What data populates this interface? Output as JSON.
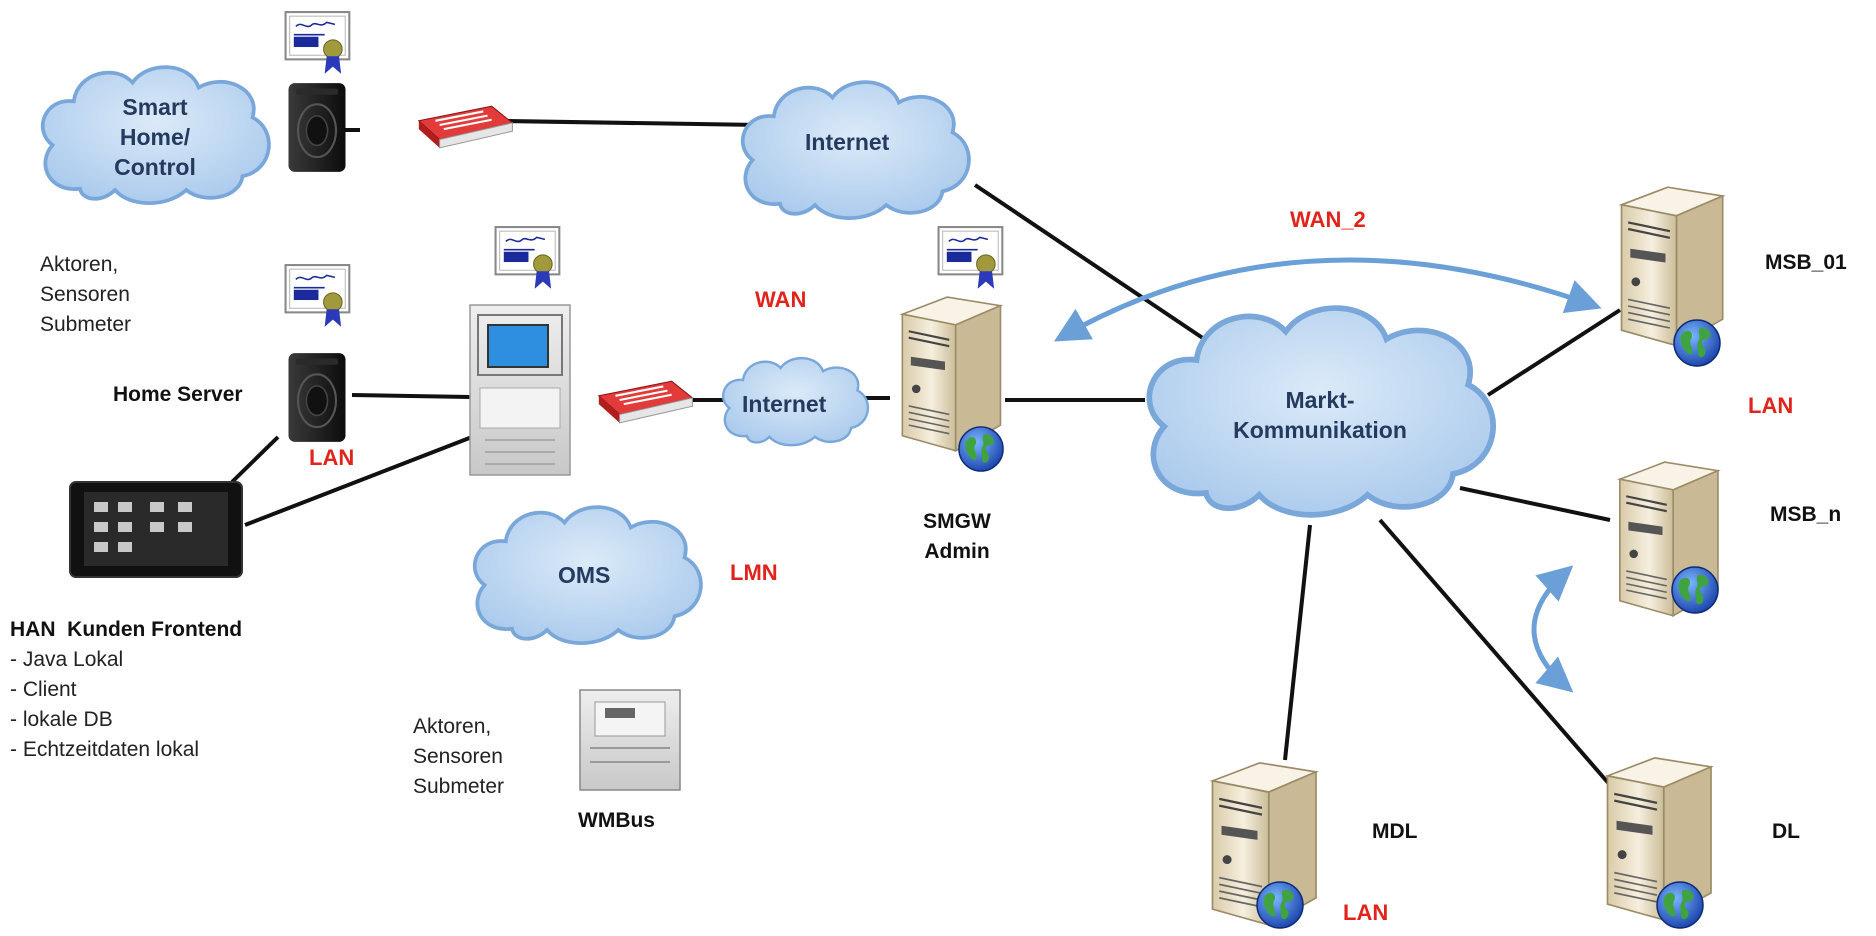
{
  "clouds": {
    "smart_home": "Smart\nHome/\nControl",
    "internet_top": "Internet",
    "internet_mid": "Internet",
    "oms": "OMS",
    "markt": "Markt-\nKommunikation"
  },
  "links": {
    "wan": "WAN",
    "wan_2": "WAN_2",
    "lan_home": "LAN",
    "lan_msb": "LAN",
    "lan_mdl": "LAN",
    "lmn": "LMN"
  },
  "labels": {
    "aktoren_top": "Aktoren,\nSensoren\nSubmeter",
    "aktoren_bottom": "Aktoren,\nSensoren\nSubmeter",
    "home_server": "Home Server",
    "smgw_admin": "SMGW\nAdmin",
    "wmbus": "WMBus",
    "msb_01": "MSB_01",
    "msb_n": "MSB_n",
    "mdl": "MDL",
    "dl": "DL"
  },
  "han": {
    "title": "HAN  Kunden Frontend",
    "items": [
      "- Java Lokal",
      "- Client",
      "- lokale DB",
      "- Echtzeitdaten lokal"
    ]
  },
  "colors": {
    "cloud_fill": "#bcd6f0",
    "cloud_stroke": "#7aa7da",
    "arrow": "#6a9fd8",
    "red_label": "#e0241b",
    "server_body": "#eee4cc",
    "router": "#cc2424"
  }
}
